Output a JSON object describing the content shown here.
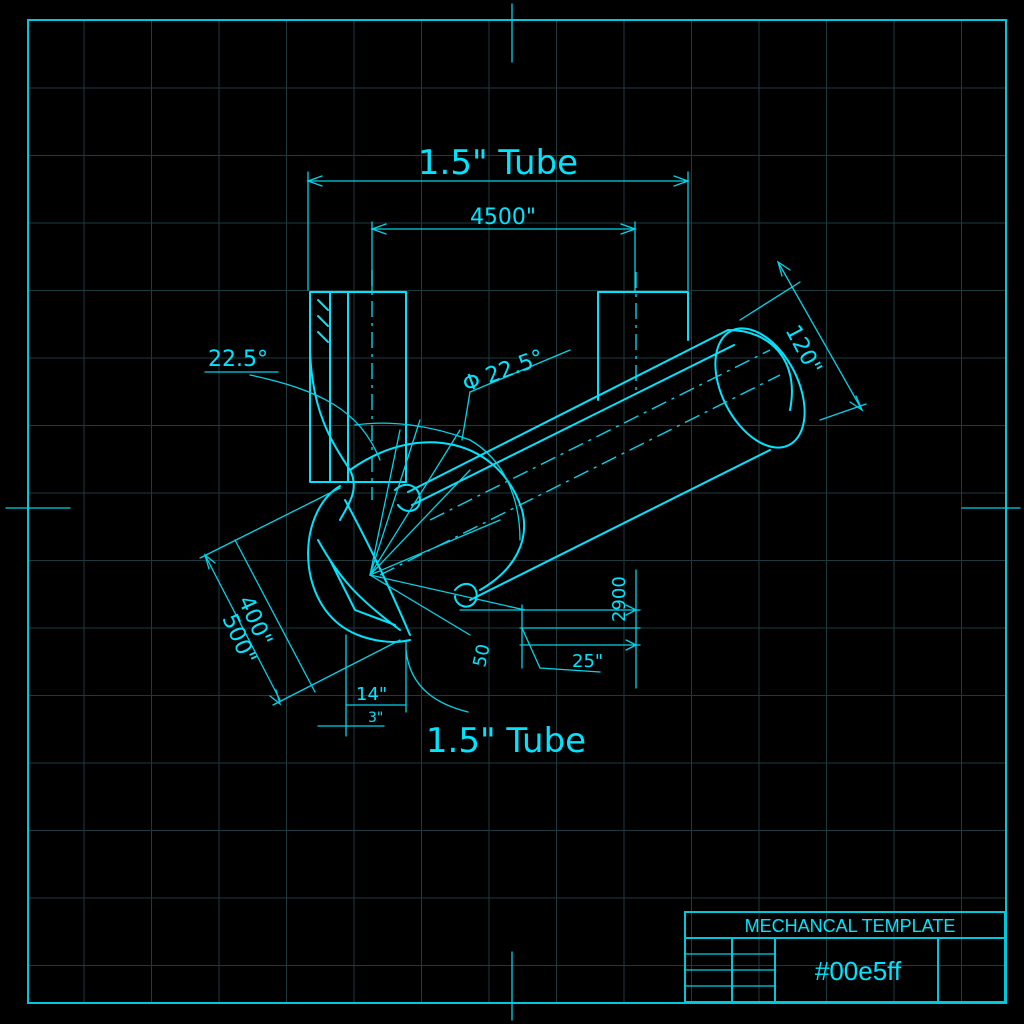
{
  "drawing": {
    "title_top": "1.5\" Tube",
    "title_bottom": "1.5\" Tube",
    "dim_inner_width": "4500\"",
    "angle_left": "22.5°",
    "angle_diameter": "Φ 22.5°",
    "dim_tube_diameter": "120\"",
    "dim_left_outer": "400\"",
    "dim_left_inner": "500\"",
    "dim_right_vertical": "2900",
    "dim_right_horizontal": "25\"",
    "dim_small_50": "50",
    "dim_bottom_14": "14\"",
    "dim_bottom_3": "3\""
  },
  "title_block": {
    "heading": "MECHANCAL TEMPLATE",
    "code": "#00e5ff"
  },
  "colors": {
    "ink": "#00e5ff",
    "grid": "#1f3a3f",
    "background": "#000000"
  }
}
